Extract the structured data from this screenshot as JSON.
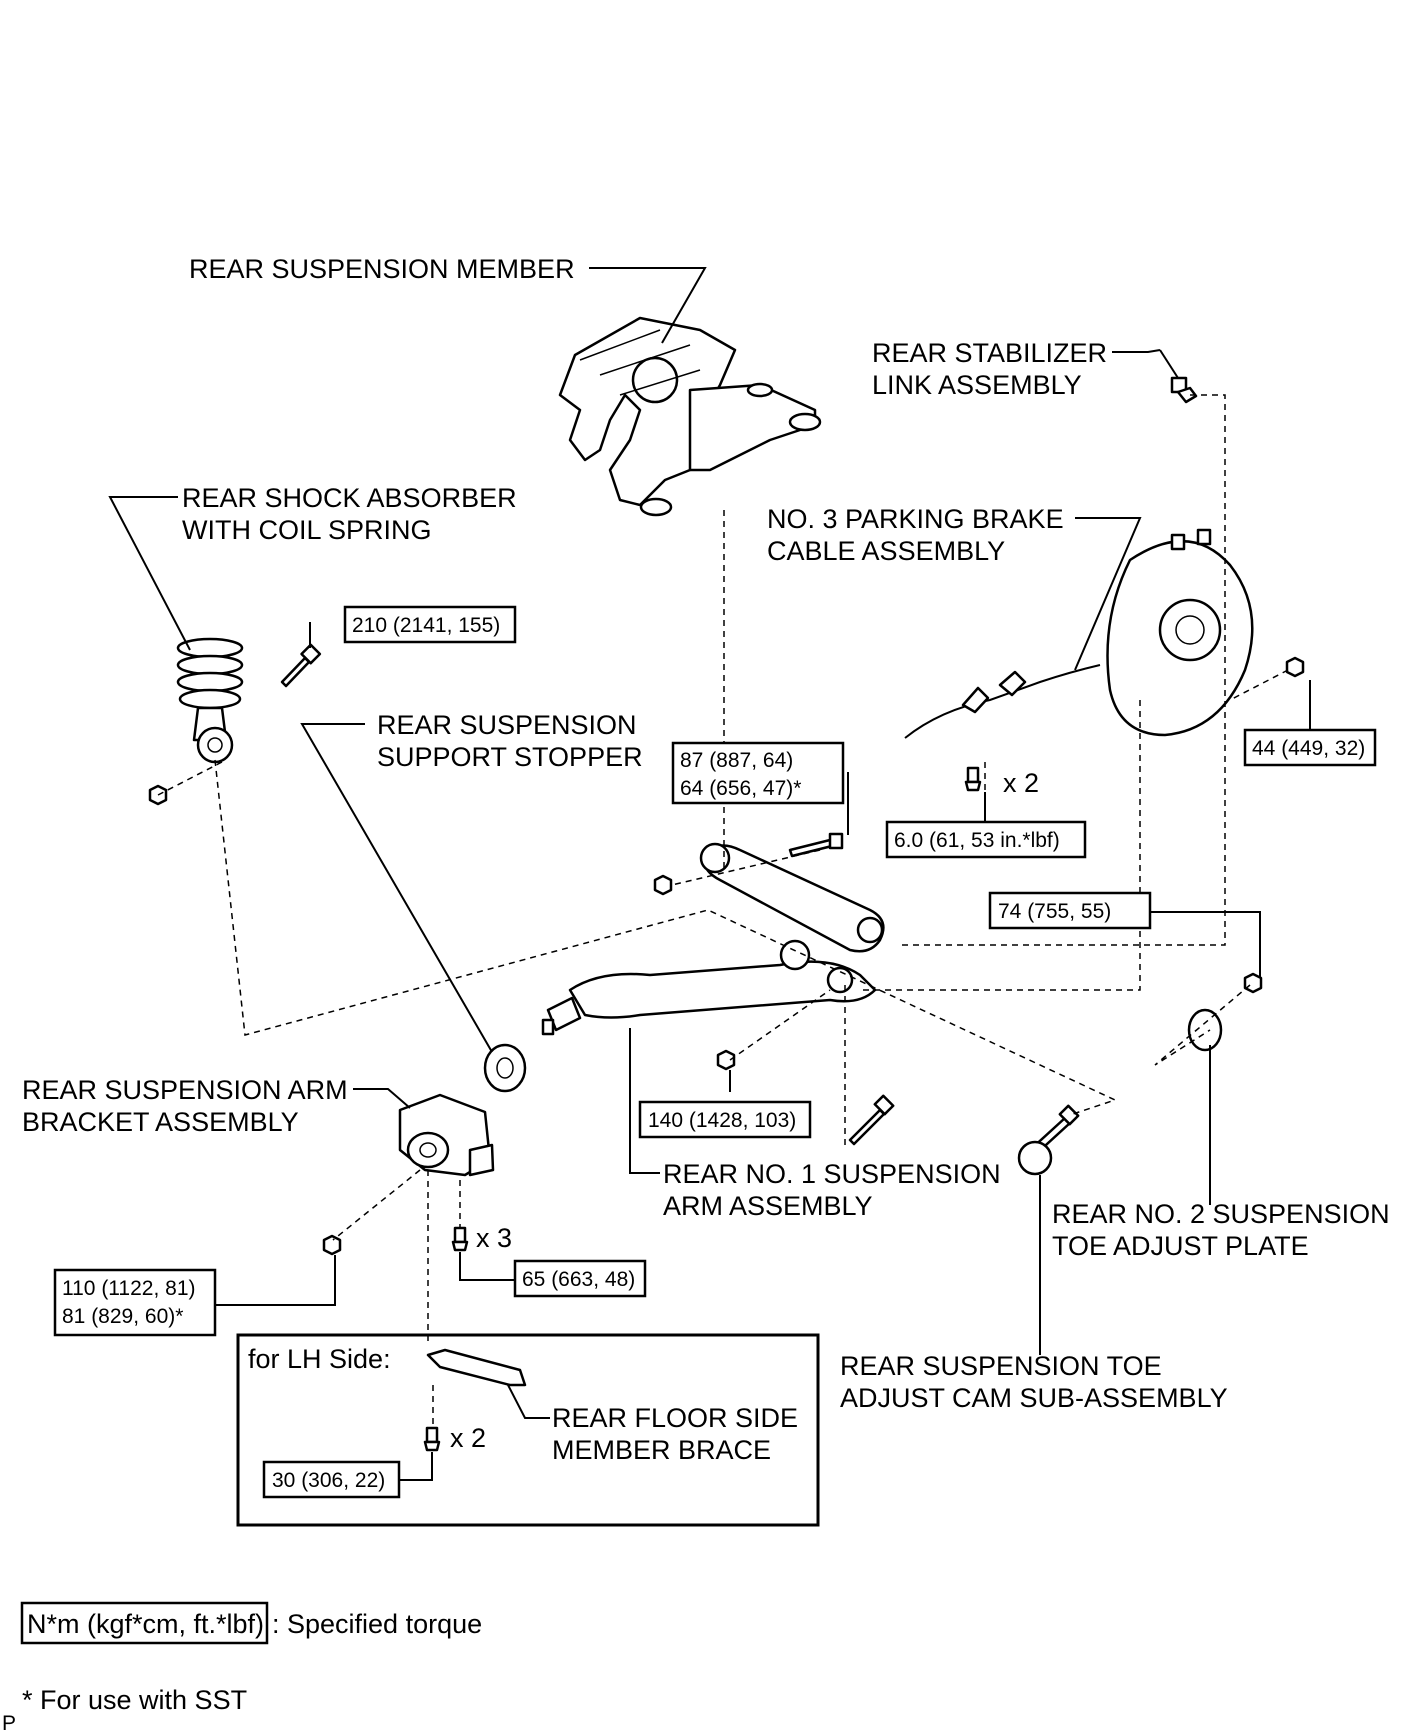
{
  "labels": {
    "rear_suspension_member": "REAR SUSPENSION MEMBER",
    "rear_stabilizer_link": [
      "REAR STABILIZER",
      "LINK ASSEMBLY"
    ],
    "rear_shock_absorber": [
      "REAR SHOCK ABSORBER",
      "WITH COIL SPRING"
    ],
    "parking_brake_cable": [
      "NO. 3 PARKING BRAKE",
      "CABLE ASSEMBLY"
    ],
    "support_stopper": [
      "REAR SUSPENSION",
      "SUPPORT STOPPER"
    ],
    "arm_bracket": [
      "REAR SUSPENSION ARM",
      "BRACKET ASSEMBLY"
    ],
    "no1_arm": [
      "REAR NO. 1 SUSPENSION",
      "ARM ASSEMBLY"
    ],
    "toe_adjust_plate": [
      "REAR NO. 2 SUSPENSION",
      "TOE ADJUST PLATE"
    ],
    "toe_adjust_cam": [
      "REAR SUSPENSION TOE",
      "ADJUST CAM SUB-ASSEMBLY"
    ],
    "floor_side_brace": [
      "REAR FLOOR SIDE",
      "MEMBER BRACE"
    ],
    "lh_side": "for LH Side:"
  },
  "torques": {
    "t210": "210 (2141, 155)",
    "t87": [
      "87 (887, 64)",
      "64 (656, 47)*"
    ],
    "t44": "44 (449, 32)",
    "t6": "6.0 (61, 53 in.*lbf)",
    "t74": "74 (755, 55)",
    "t140": "140 (1428, 103)",
    "t110": [
      "110 (1122, 81)",
      "81 (829, 60)*"
    ],
    "t65": "65 (663, 48)",
    "t30": "30 (306, 22)"
  },
  "quantities": {
    "q_cable": "x 2",
    "q_bracket": "x 3",
    "q_brace": "x 2"
  },
  "legend": {
    "unit": "N*m (kgf*cm, ft.*lbf)",
    "unit_desc": ": Specified torque",
    "sst_note": "* For use with SST",
    "corner_mark": "P"
  },
  "icons": {
    "hex-nut": "nut",
    "hex-bolt": "bolt"
  }
}
